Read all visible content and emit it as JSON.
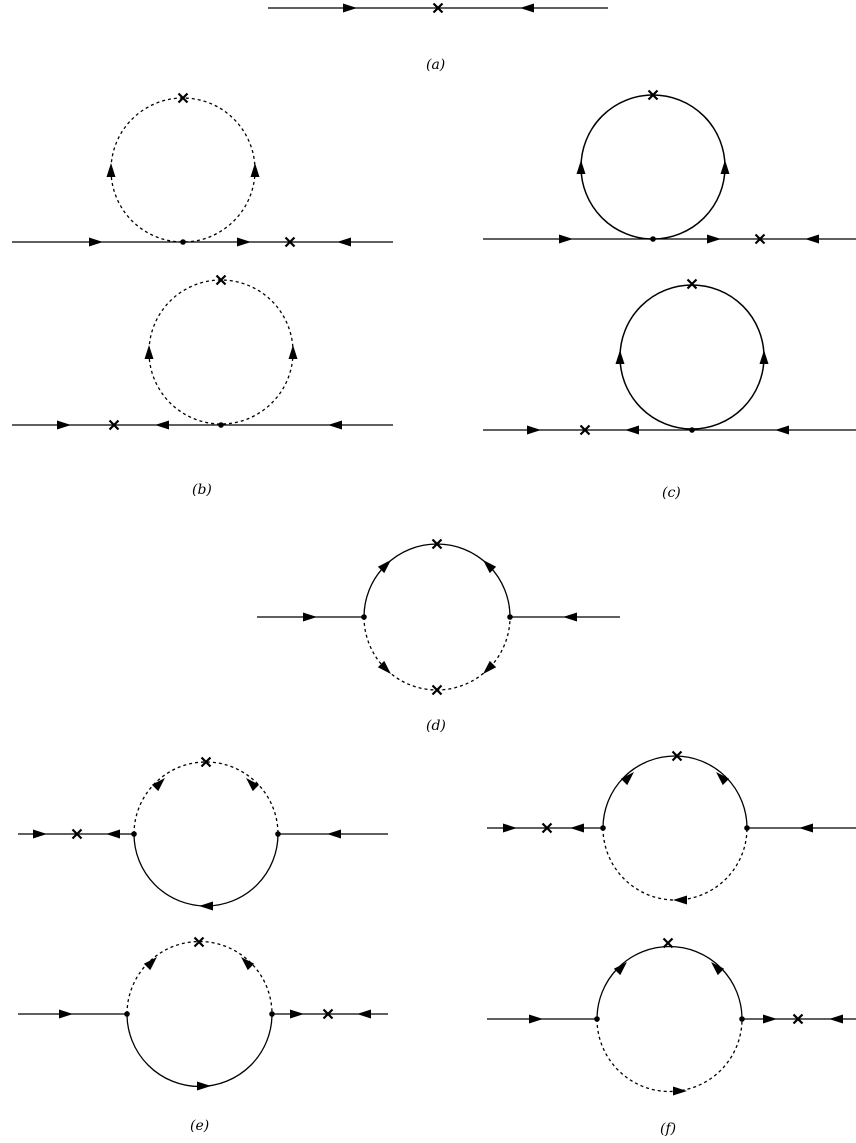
{
  "labels": {
    "a": "(a)",
    "b": "(b)",
    "c": "(c)",
    "d": "(d)",
    "e": "(e)",
    "f": "(f)"
  },
  "style": {
    "line_color": "#000000",
    "background": "#ffffff"
  }
}
